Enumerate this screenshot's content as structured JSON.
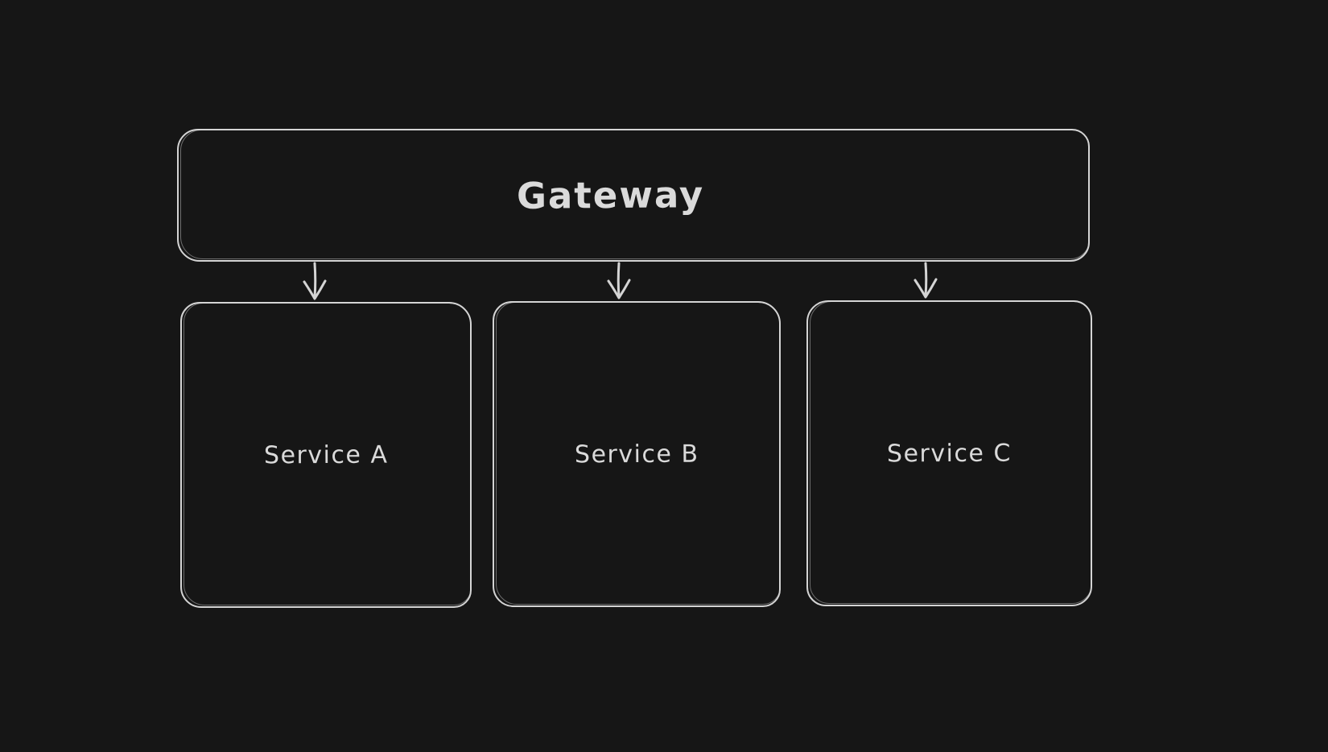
{
  "theme": {
    "background": "#161616",
    "stroke": "#d4d4d4",
    "text": "#dadada"
  },
  "diagram": {
    "type": "flowchart",
    "style": "hand-drawn",
    "nodes": {
      "gateway": {
        "label": "Gateway"
      },
      "services": [
        {
          "label": "Service A"
        },
        {
          "label": "Service B"
        },
        {
          "label": "Service C"
        }
      ]
    },
    "connections": [
      {
        "from": "Gateway",
        "to": "Service A",
        "arrow": "down"
      },
      {
        "from": "Gateway",
        "to": "Service B",
        "arrow": "down"
      },
      {
        "from": "Gateway",
        "to": "Service C",
        "arrow": "down"
      }
    ]
  }
}
